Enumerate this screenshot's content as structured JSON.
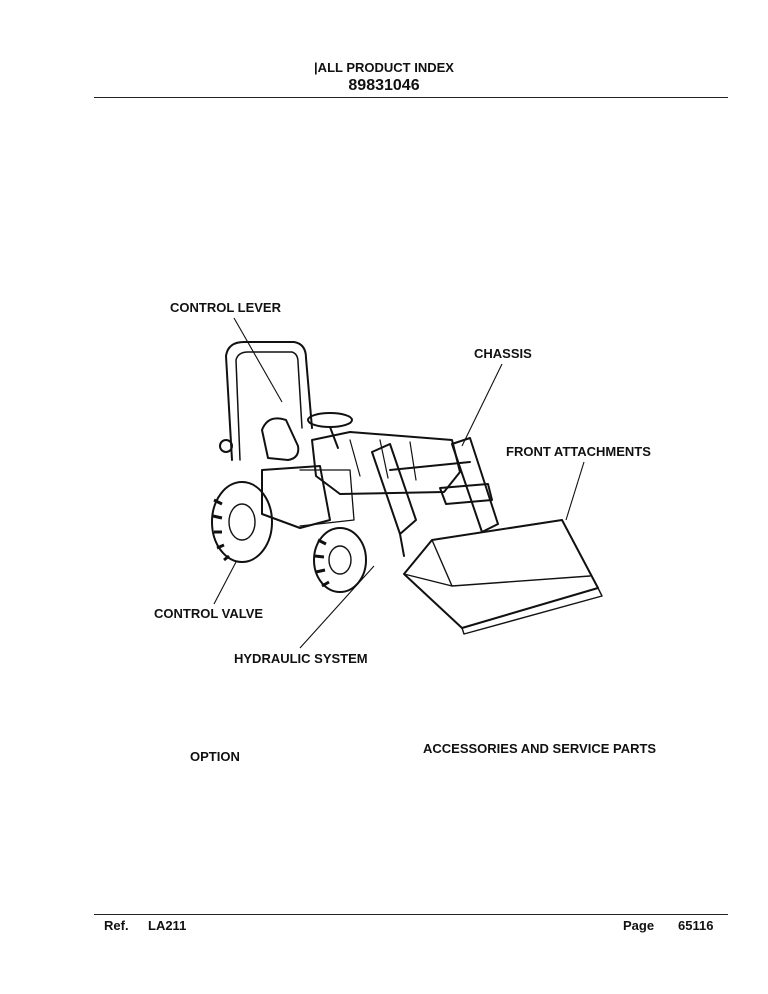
{
  "header": {
    "title": "|ALL PRODUCT INDEX",
    "number": "89831046"
  },
  "labels": {
    "control_lever": "CONTROL LEVER",
    "chassis": "CHASSIS",
    "front_attachments": "FRONT ATTACHMENTS",
    "control_valve": "CONTROL VALVE",
    "hydraulic_system": "HYDRAULIC SYSTEM",
    "option": "OPTION",
    "accessories": "ACCESSORIES AND SERVICE PARTS"
  },
  "footer": {
    "ref_label": "Ref.",
    "ref_value": "LA211",
    "page_label": "Page",
    "page_value": "65116"
  }
}
